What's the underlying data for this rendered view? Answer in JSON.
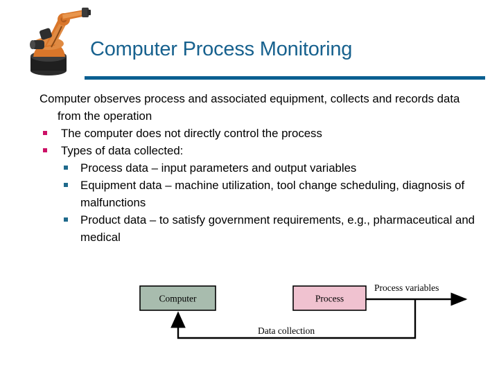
{
  "slide": {
    "title": "Computer Process Monitoring",
    "accent_color": "#17618e",
    "rule_color": "#0a5f91"
  },
  "robot": {
    "icon": "industrial-robot-arm-photo",
    "body_color": "#d9762a",
    "joint_color": "#3a3a3a"
  },
  "body": {
    "lead": "Computer observes process and associated equipment, collects and records data from the operation",
    "level1": [
      {
        "text": "The computer does not directly control the process",
        "bullet_glyph": "§",
        "bullet_color": "#cc1166"
      },
      {
        "text": "Types of data collected:",
        "bullet_glyph": "§",
        "bullet_color": "#cc1166"
      }
    ],
    "level2": [
      {
        "text": "Process data – input parameters and output variables",
        "bullet_glyph": "§",
        "bullet_color": "#1f6a8c"
      },
      {
        "text": "Equipment data – machine utilization, tool change scheduling, diagnosis of malfunctions",
        "bullet_glyph": "§",
        "bullet_color": "#1f6a8c"
      },
      {
        "text": "Product data – to satisfy government requirements, e.g., pharmaceutical and medical",
        "bullet_glyph": "§",
        "bullet_color": "#1f6a8c"
      }
    ]
  },
  "diagram": {
    "computer_box": {
      "label": "Computer",
      "fill": "#a8bcae",
      "stroke": "#000000"
    },
    "process_box": {
      "label": "Process",
      "fill": "#f0c2d0",
      "stroke": "#000000"
    },
    "process_variables_label": "Process variables",
    "data_collection_label": "Data collection"
  }
}
